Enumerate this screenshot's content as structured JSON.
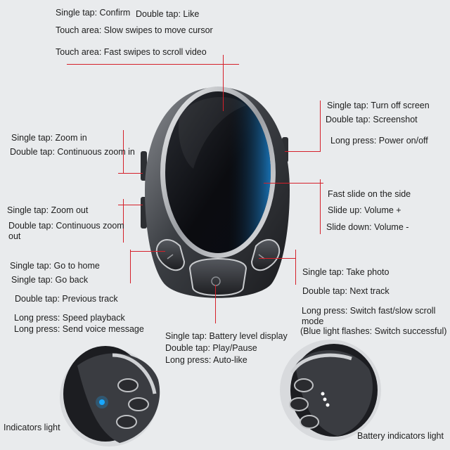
{
  "top": {
    "single_tap": "Single tap: Confirm",
    "double_tap": "Double tap: Like",
    "slow_swipe": "Touch area: Slow swipes to move cursor",
    "fast_swipe": "Touch area: Fast swipes to scroll video"
  },
  "left_upper": {
    "single": "Single tap: Zoom in",
    "double": "Double tap: Continuous zoom in"
  },
  "left_lower": {
    "single": "Single tap: Zoom out",
    "double": "Double tap: Continuous zoom out"
  },
  "left_button": {
    "single1": "Single tap: Go to home",
    "single2": "Single tap: Go back",
    "double": "Double tap: Previous track",
    "long1": "Long press: Speed playback",
    "long2": "Long press: Send voice message"
  },
  "right_upper": {
    "single": "Single tap: Turn off screen",
    "double": "Double tap: Screenshot",
    "long": "Long press: Power on/off"
  },
  "right_side": {
    "fast": "Fast slide on the side",
    "up": "Slide up: Volume +",
    "down": "Slide down: Volume -"
  },
  "right_button": {
    "single": "Single tap: Take photo",
    "double": "Double tap: Next track",
    "long": "Long press: Switch fast/slow scroll mode",
    "note": "(Blue light flashes: Switch successful)"
  },
  "center_button": {
    "single": "Single tap: Battery level display",
    "double": "Double tap: Play/Pause",
    "long": "Long press: Auto-like"
  },
  "bottom": {
    "indicators": "Indicators light",
    "battery": "Battery indicators light"
  },
  "colors": {
    "line": "#d5202a",
    "indicator_blue": "#19a8ff",
    "battery_white": "#ffffff"
  }
}
